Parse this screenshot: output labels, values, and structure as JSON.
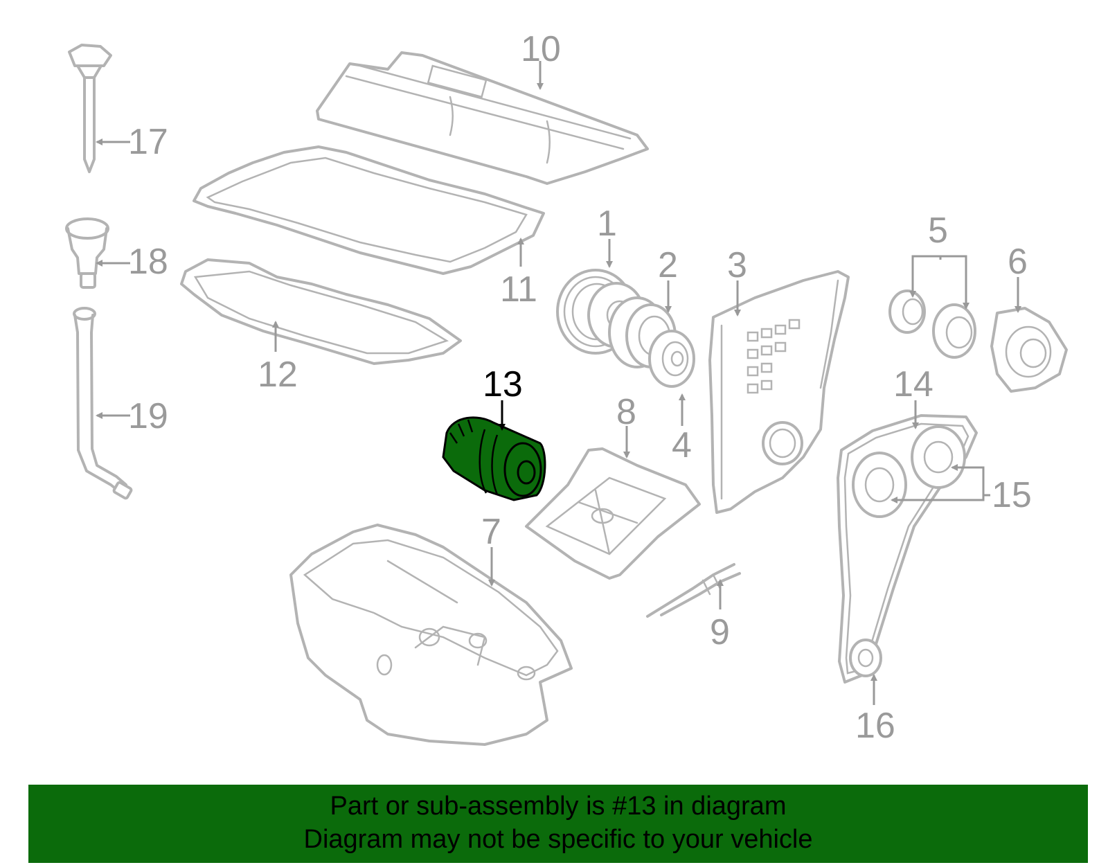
{
  "diagram": {
    "highlighted_part": "13",
    "callouts": [
      "1",
      "2",
      "3",
      "4",
      "5",
      "6",
      "7",
      "8",
      "9",
      "10",
      "11",
      "12",
      "13",
      "14",
      "15",
      "16",
      "17",
      "18",
      "19"
    ]
  },
  "footer": {
    "line1": "Part or sub-assembly is #13 in diagram",
    "line2": "Diagram may not be specific to your vehicle"
  },
  "colors": {
    "highlight": "#0b6b0b",
    "part_outline": "#b3b3b3",
    "callout_text": "#9a9a9a",
    "background": "#ffffff"
  }
}
